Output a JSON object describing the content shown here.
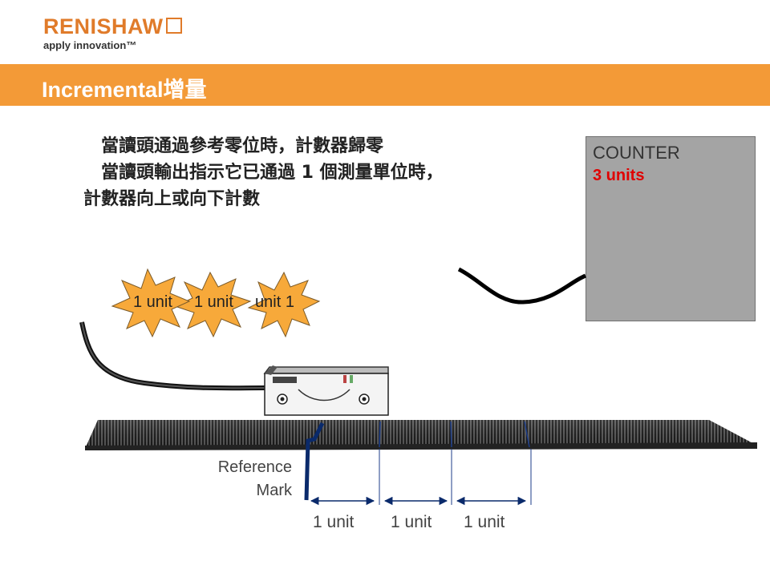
{
  "header": {
    "brand": "RENISHAW",
    "tagline": "apply innovation™",
    "title": "Incremental增量"
  },
  "body": {
    "line1": "當讀頭通過參考零位時，計數器歸零",
    "line2": "當讀頭輸出指示它已通過 1 個測量單位時，",
    "line3": "計數器向上或向下計數"
  },
  "counter": {
    "label": "COUNTER",
    "value": "3 units",
    "value_color": "#e00000"
  },
  "bursts": [
    {
      "label": "1 unit"
    },
    {
      "label": "1 unit"
    },
    {
      "label": "1 unit"
    }
  ],
  "reference": {
    "line1": "Reference",
    "line2": "Mark"
  },
  "units": [
    {
      "label": "1 unit"
    },
    {
      "label": "1 unit"
    },
    {
      "label": "1 unit"
    }
  ],
  "colors": {
    "brand": "#e07b2a",
    "title_bar": "#f39a37",
    "burst": "#f7a93a",
    "reference_mark": "#0a2a6b"
  }
}
